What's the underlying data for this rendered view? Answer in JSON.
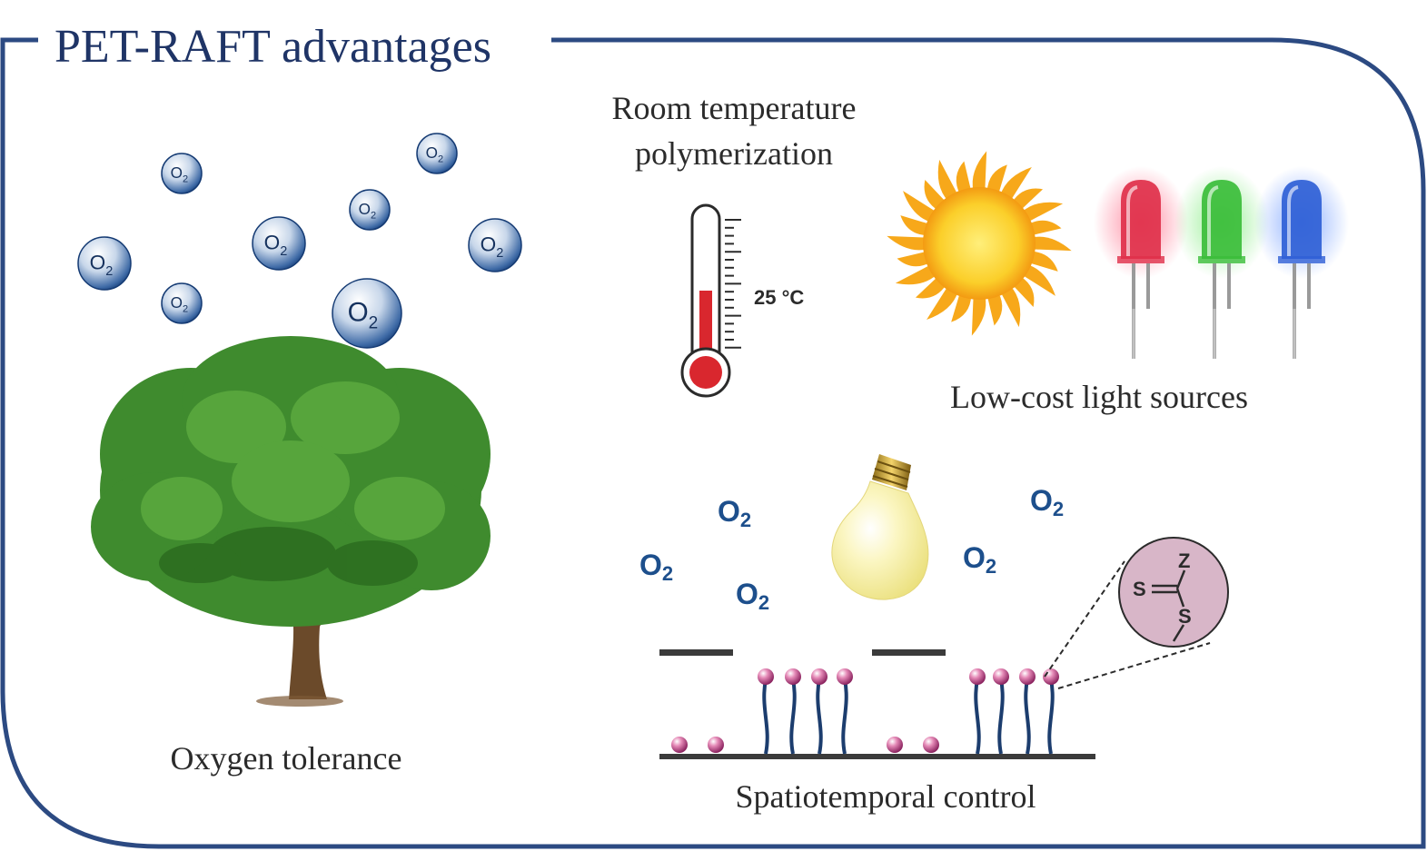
{
  "title": "PET-RAFT advantages",
  "labels": {
    "room_temp_line1": "Room temperature",
    "room_temp_line2": "polymerization",
    "oxygen": "Oxygen tolerance",
    "light": "Low-cost light sources",
    "spatio": "Spatiotemporal control"
  },
  "thermometer": {
    "reading": "25 °C"
  },
  "oxygen_bubble_text": {
    "main": "O",
    "sub": "2"
  },
  "free_oxygen_text": {
    "main": "O",
    "sub": "2"
  },
  "raft_agent": {
    "z": "Z",
    "s_double": "S",
    "s_single": "S"
  },
  "leds": [
    {
      "color": "red",
      "hex": "#e0304a"
    },
    {
      "color": "green",
      "hex": "#3bbd3a"
    },
    {
      "color": "blue",
      "hex": "#2f5fd6"
    }
  ],
  "colors": {
    "frame": "#2c4a82",
    "title": "#1f3466",
    "bubble": "#1d4f8c",
    "polymer": "#1c3d6e",
    "end_group": "#b03a7a",
    "mercury": "#d9272e",
    "sun": "#f7b21c",
    "bulb": "#f8f2b0",
    "tree": "#3f8b2e"
  }
}
